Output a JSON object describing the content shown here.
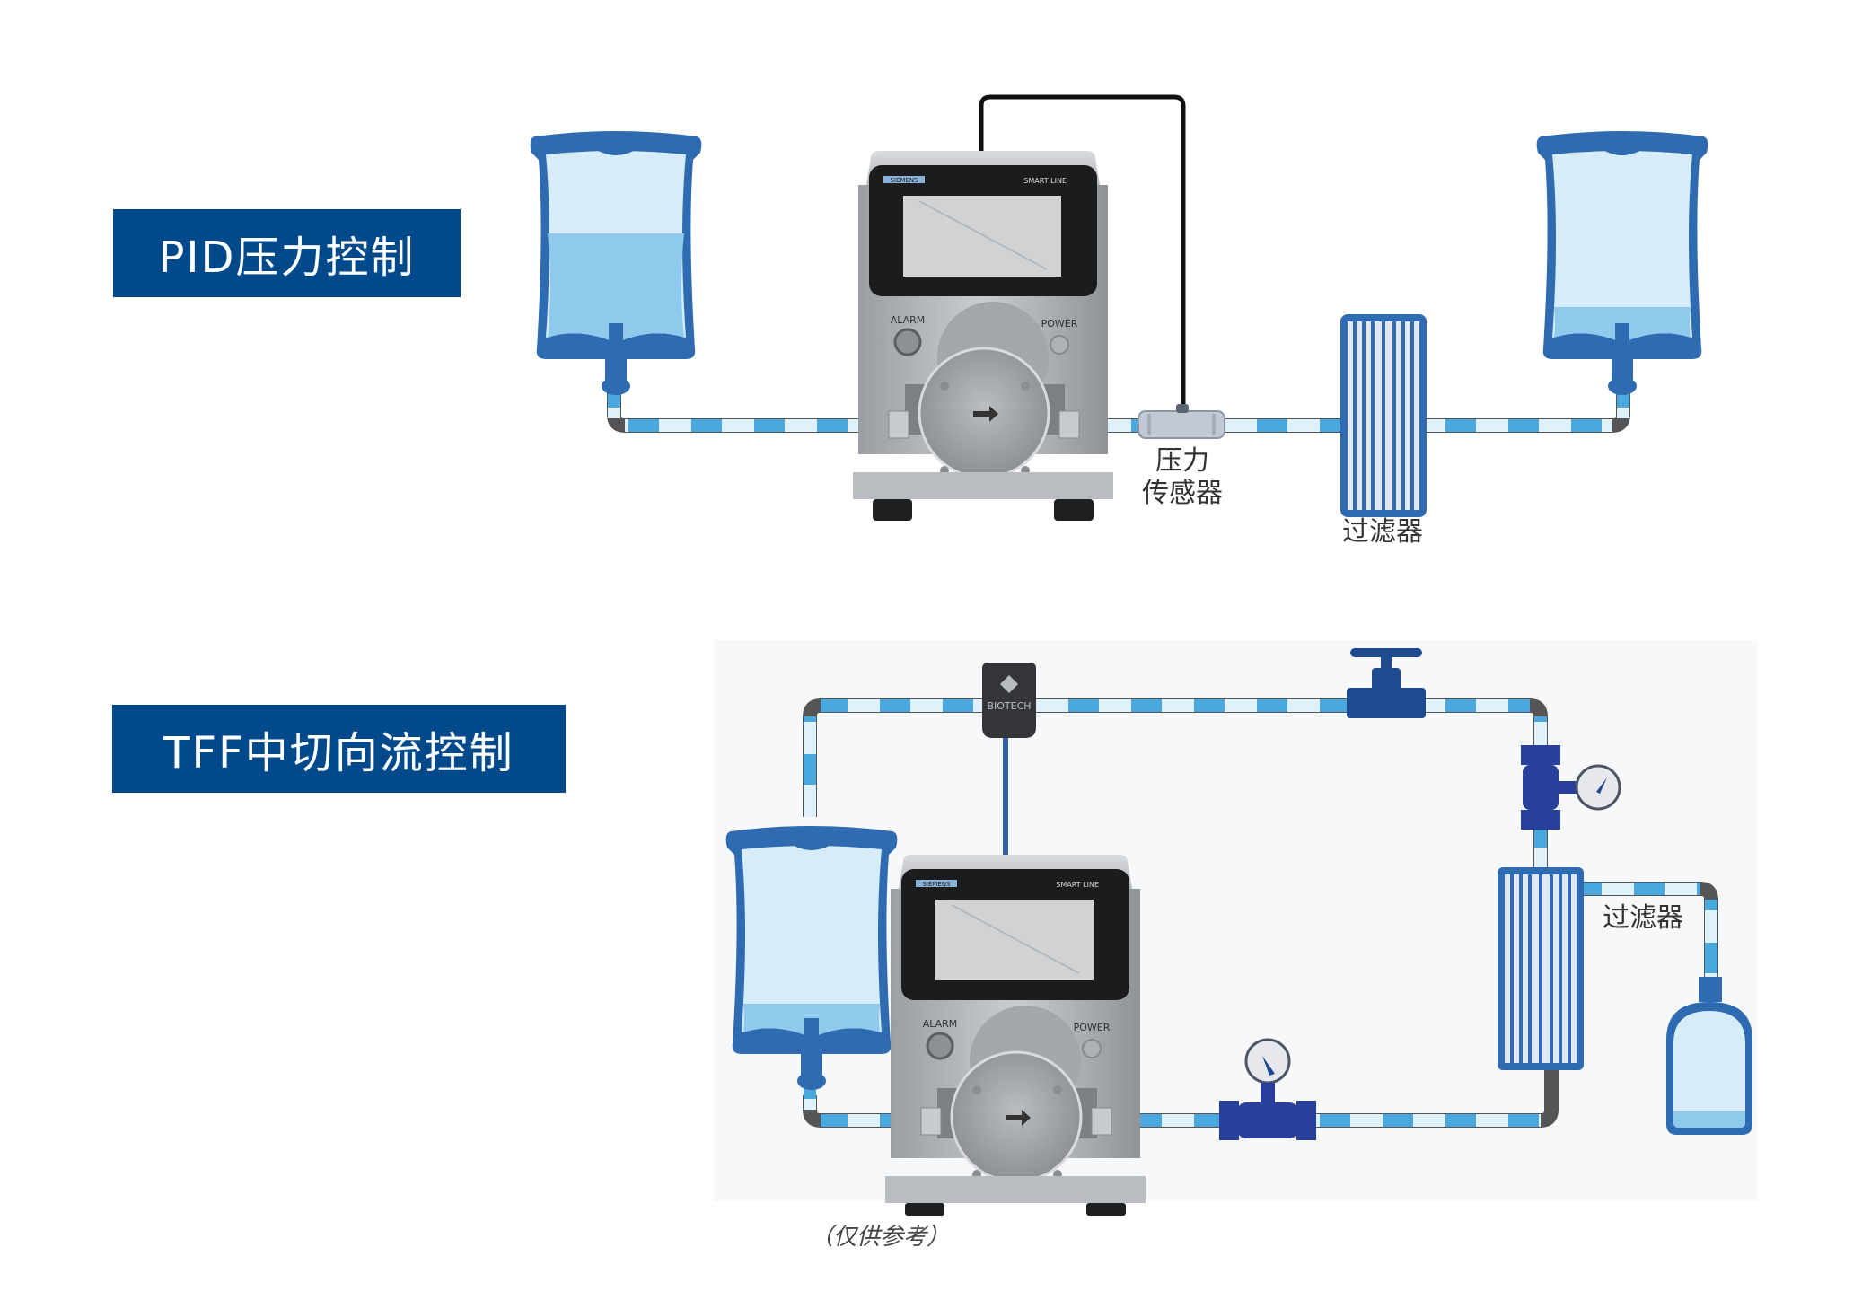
{
  "sections": [
    {
      "id": "pid",
      "title": "PID压力控制",
      "components": {
        "source_bag": "IV bag (source)",
        "pump": {
          "brand": "SIEMENS",
          "model": "SMART LINE",
          "alarm_label": "ALARM",
          "power_label": "POWER"
        },
        "pressure_sensor_label": "压力\n传感器",
        "pressure_sensor_line1": "压力",
        "pressure_sensor_line2": "传感器",
        "filter_label": "过滤器",
        "target_bag": "IV bag (target)"
      },
      "fill_levels": {
        "source_bag": 0.55,
        "target_bag": 0.2
      }
    },
    {
      "id": "tff",
      "title": "TFF中切向流控制",
      "components": {
        "bag": "IV bag",
        "pump": {
          "brand": "SIEMENS",
          "model": "SMART LINE",
          "alarm_label": "ALARM",
          "power_label": "POWER"
        },
        "sensor_brand": "BIOTECH",
        "valve": "valve",
        "pressure_gauges": 2,
        "filter_label": "过滤器",
        "collection_bottle": "bottle"
      },
      "fill_levels": {
        "bag": 0.2,
        "bottle": 0.08
      }
    }
  ],
  "note": "（仅供参考）",
  "colors": {
    "title_bg": "#004a8c",
    "title_text": "#ffffff",
    "bag_outline": "#2f6bb0",
    "bag_fill_light": "#d6ecf8",
    "bag_fill_liquid": "#8fc9ec",
    "fitting_dark": "#27409a",
    "tube_blue": "#4aa8dc"
  }
}
